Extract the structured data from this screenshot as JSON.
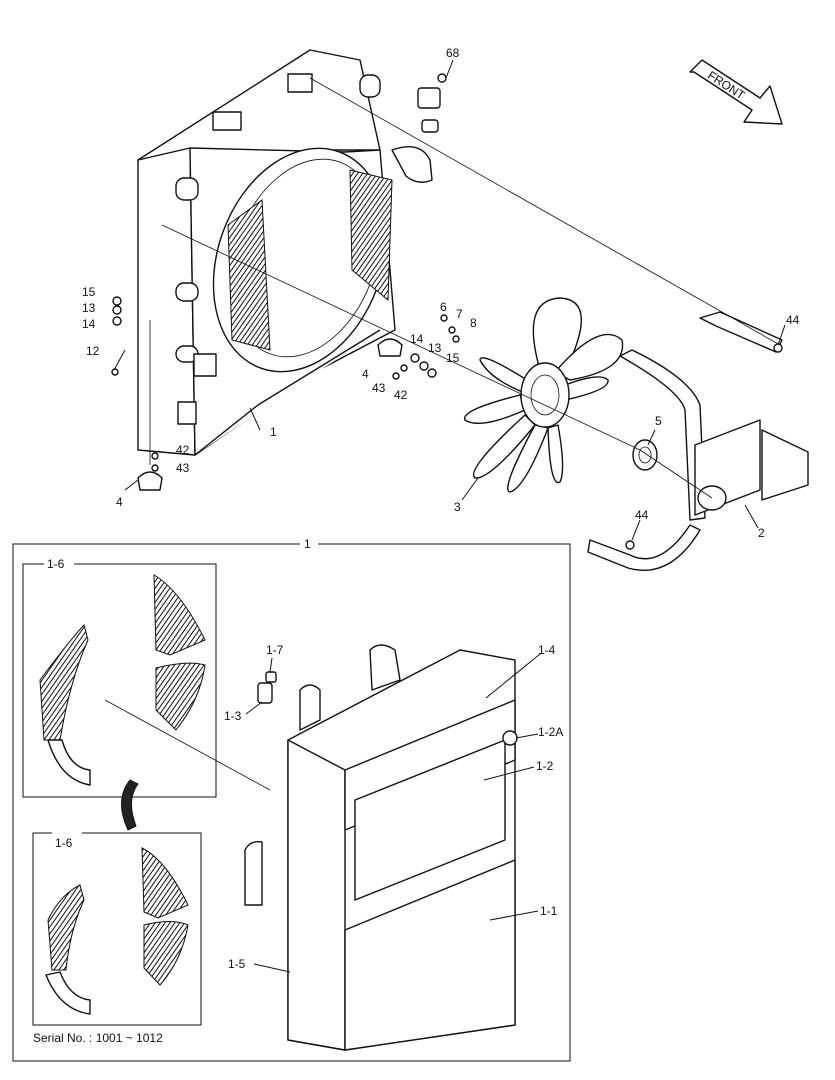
{
  "front_label": "FRONT",
  "serial_note": "Serial No. : 1001 ~ 1012",
  "callouts": {
    "c68": "68",
    "c15a": "15",
    "c13a": "13",
    "c14a": "14",
    "c12": "12",
    "c6": "6",
    "c7": "7",
    "c8": "8",
    "c44a": "44",
    "c14b": "14",
    "c13b": "13",
    "c15b": "15",
    "c4a": "4",
    "c43a": "43",
    "c42a": "42",
    "c1": "1",
    "c42b": "42",
    "c43b": "43",
    "c4b": "4",
    "c5": "5",
    "c3": "3",
    "c2": "2",
    "c44b": "44"
  },
  "detail": {
    "title": "1",
    "inset_top_title": "1-6",
    "inset_bottom_title": "1-6",
    "c1_7": "1-7",
    "c1_3": "1-3",
    "c1_4": "1-4",
    "c1_2A": "1-2A",
    "c1_2": "1-2",
    "c1_1": "1-1",
    "c1_5": "1-5"
  }
}
